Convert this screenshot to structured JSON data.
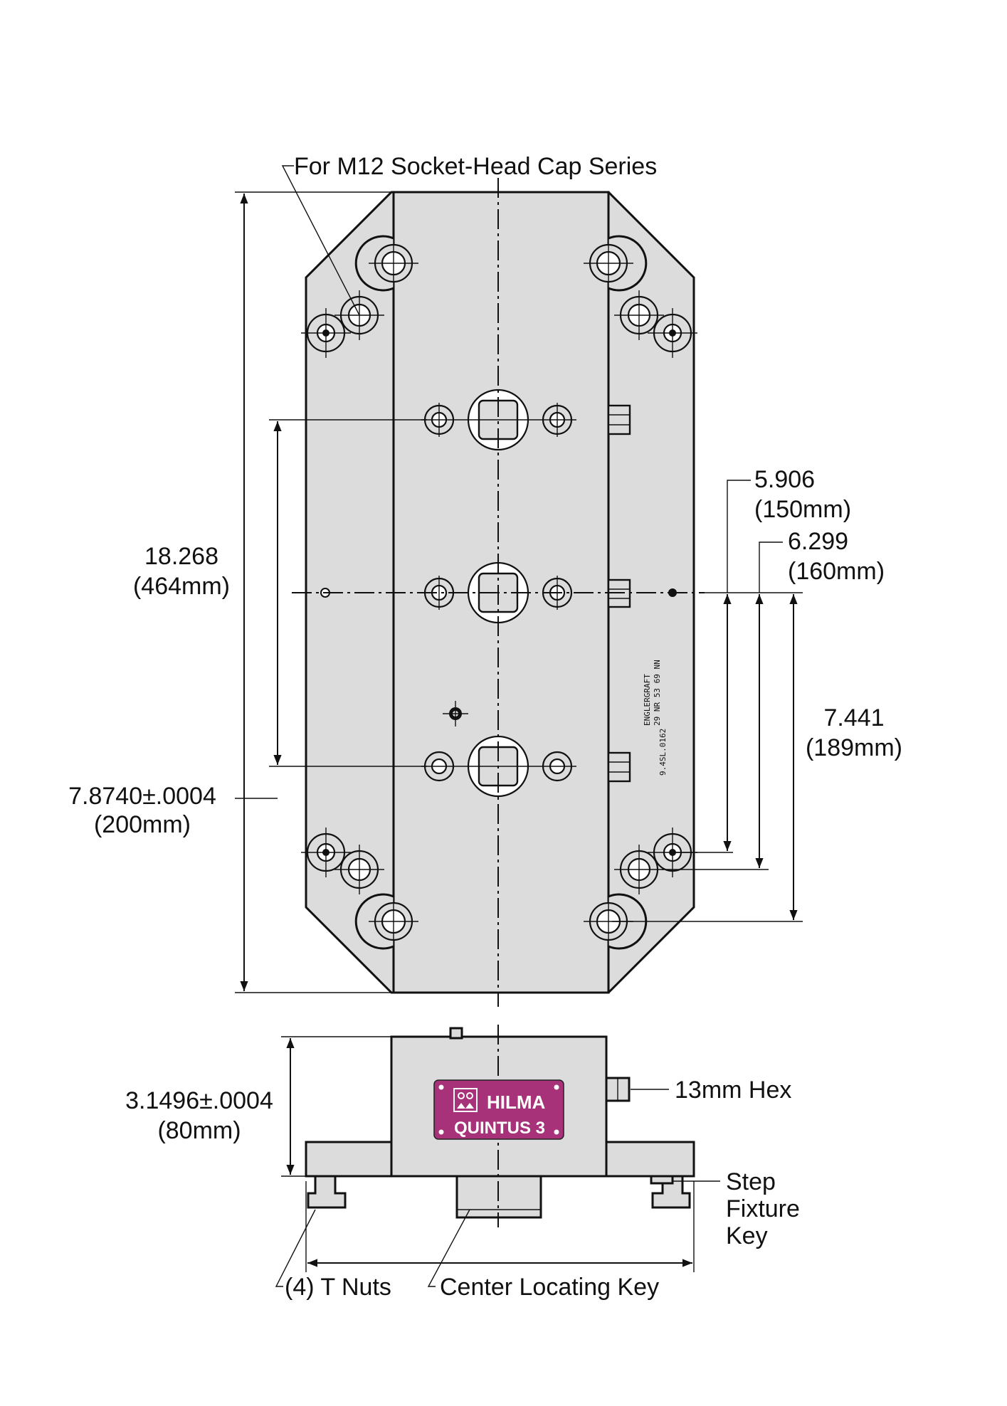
{
  "labels": {
    "bolt_note": "For M12 Socket-Head Cap Series",
    "overall_height_in": "18.268",
    "overall_height_mm": "(464mm)",
    "clamp_spacing_in": "7.8740±.0004",
    "clamp_spacing_mm": "(200mm)",
    "dim_150_in": "5.906",
    "dim_150_mm": "(150mm)",
    "dim_160_in": "6.299",
    "dim_160_mm": "(160mm)",
    "dim_189_in": "7.441",
    "dim_189_mm": "(189mm)",
    "side_height_in": "3.1496±.0004",
    "side_height_mm": "(80mm)",
    "hex": "13mm Hex",
    "step_key_1": "Step",
    "step_key_2": "Fixture",
    "step_key_3": "Key",
    "t_nuts": "(4) T Nuts",
    "center_key": "Center Locating Key"
  },
  "nameplate": {
    "brand": "HILMA",
    "model": "QUINTUS 3",
    "color": "#a7327a"
  },
  "engraving": {
    "line1": "ENGLERGRAFT",
    "line2": "29 NR 53 69 NN",
    "line3": "9.4SL.0162"
  },
  "colors": {
    "part_fill": "#dcdcdc",
    "line": "#111111"
  }
}
